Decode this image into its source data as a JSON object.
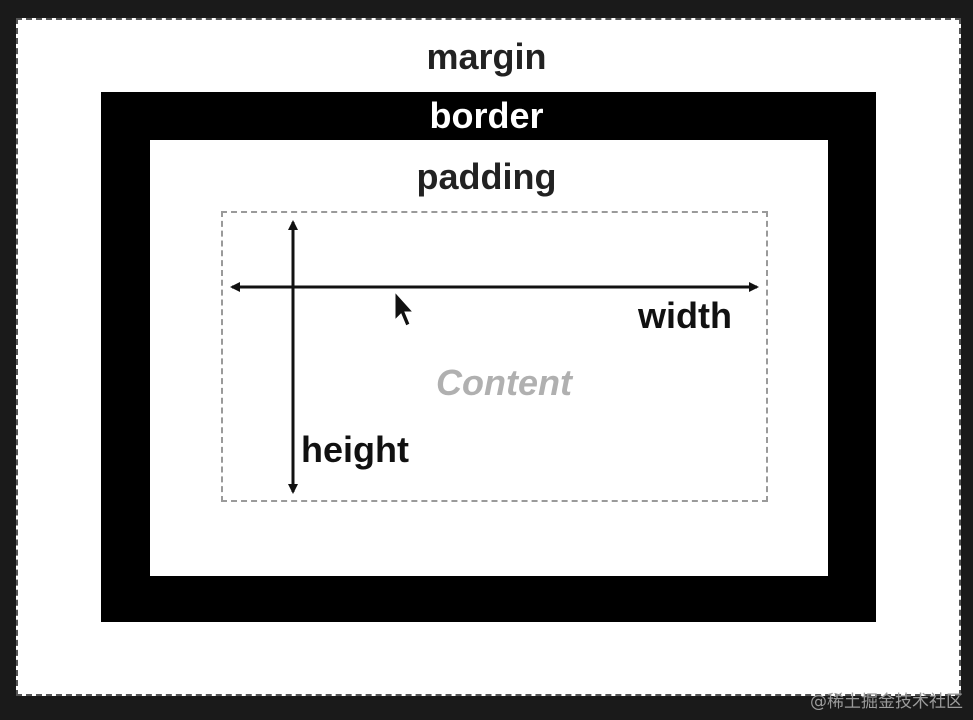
{
  "labels": {
    "margin": "margin",
    "border": "border",
    "padding": "padding",
    "content": "Content",
    "width": "width",
    "height": "height"
  },
  "watermark": "@稀土掘金技术社区",
  "colors": {
    "background": "#1a1a1a",
    "margin_fill": "#ffffff",
    "border_fill": "#000000",
    "padding_fill": "#ffffff",
    "content_text": "#b0b0b0",
    "dashed_outline": "#9a9a9a"
  }
}
